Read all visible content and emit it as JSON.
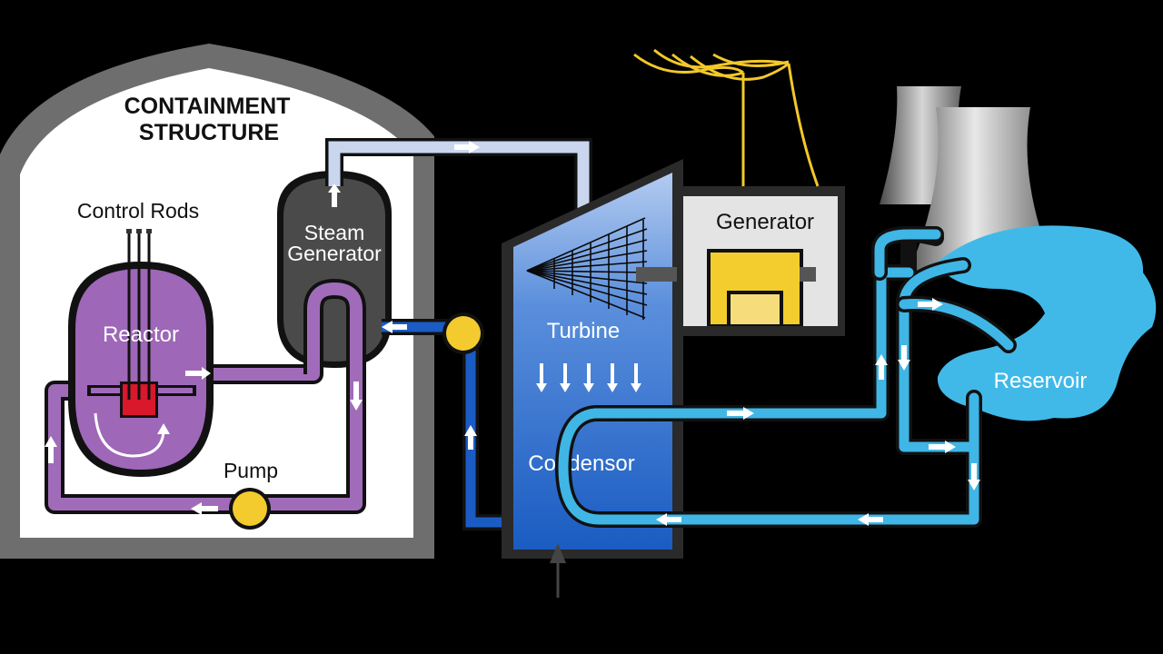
{
  "labels": {
    "containment_line1": "CONTAINMENT",
    "containment_line2": "STRUCTURE",
    "control_rods": "Control Rods",
    "reactor": "Reactor",
    "steam_line1": "Steam",
    "steam_line2": "Generator",
    "pump": "Pump",
    "turbine": "Turbine",
    "generator": "Generator",
    "condensor": "Condensor",
    "reservoir": "Reservoir"
  },
  "colors": {
    "background": "#000000",
    "containment": "#ffffff",
    "containment_shell": "#6e6e6e",
    "reactor": "#9e67b8",
    "primary_loop": "#a06cb9",
    "core": "#d9182b",
    "steam_generator": "#4a4a4a",
    "steam_line": "#c9d6ee",
    "feedwater": "#1a5cc4",
    "turbine_top": "#a9c4ee",
    "turbine_bottom": "#1c5fc3",
    "cooling_water": "#3fb6e6",
    "reservoir": "#41b9e8",
    "pump": "#f4cb2e",
    "generator_housing": "#e4e4e4",
    "generator_body": "#f3cd2e",
    "power_lines": "#f3c829",
    "cooling_tower": "#9a9a9a"
  }
}
